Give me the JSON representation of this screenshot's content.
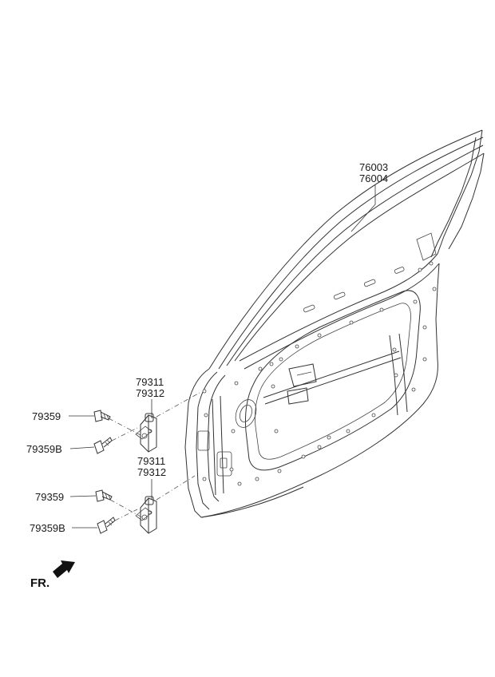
{
  "labels": {
    "door_part_1": "76003",
    "door_part_2": "76004",
    "upper_hinge_1": "79311",
    "upper_hinge_2": "79312",
    "lower_hinge_1": "79311",
    "lower_hinge_2": "79312",
    "bolt_upper_a": "79359",
    "bolt_upper_b": "79359B",
    "bolt_lower_a": "79359",
    "bolt_lower_b": "79359B",
    "front_direction": "FR."
  }
}
